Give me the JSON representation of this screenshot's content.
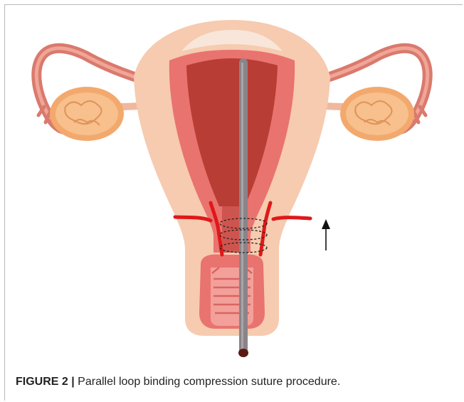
{
  "figure": {
    "caption_label": "FIGURE 2 |",
    "caption_text": " Parallel loop binding compression suture procedure.",
    "colors": {
      "uterus_outer": "#f6cbb0",
      "uterus_wall": "#e9736f",
      "cavity": "#b83d35",
      "fundus_highlight": "#f9e6da",
      "artery": "#e01818",
      "rod": "#8a8488",
      "ovary": "#f3a96d",
      "tube": "#d97a6d",
      "suture": "#222222"
    },
    "icons": [
      "uterus-diagram",
      "rod-instrument",
      "uterine-artery",
      "suture-loop",
      "arrow-up-icon"
    ]
  }
}
